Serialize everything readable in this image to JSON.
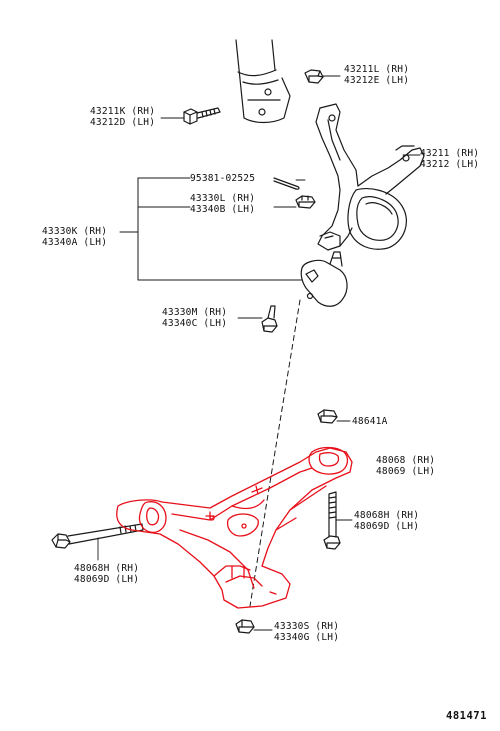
{
  "labels": {
    "strut_nut": {
      "rh": "43211L (RH)",
      "lh": "43212E (LH)"
    },
    "strut_bolt": {
      "rh": "43211K (RH)",
      "lh": "43212D (LH)"
    },
    "knuckle": {
      "rh": "43211 (RH)",
      "lh": "43212 (LH)"
    },
    "cotter_pin": {
      "part": "95381-02525"
    },
    "castle_nut": {
      "rh": "43330L (RH)",
      "lh": "43340B (LH)"
    },
    "ball_joint": {
      "rh": "43330K (RH)",
      "lh": "43340A (LH)"
    },
    "ball_joint_nut": {
      "rh": "43330M (RH)",
      "lh": "43340C (LH)"
    },
    "arm_nut": {
      "part": "48641A"
    },
    "rear_bushing": {
      "rh": "48068 (RH)",
      "lh": "48069 (LH)"
    },
    "rear_bolt": {
      "rh": "48068H (RH)",
      "lh": "48069D (LH)"
    },
    "front_bolt": {
      "rh": "48068H (RH)",
      "lh": "48069D (LH)"
    },
    "lower_nut": {
      "rh": "43330S (RH)",
      "lh": "43340G (LH)"
    }
  },
  "figure_number": "481471",
  "colors": {
    "line": "#1a1a1a",
    "highlight": "#e8101a",
    "background": "#ffffff"
  }
}
